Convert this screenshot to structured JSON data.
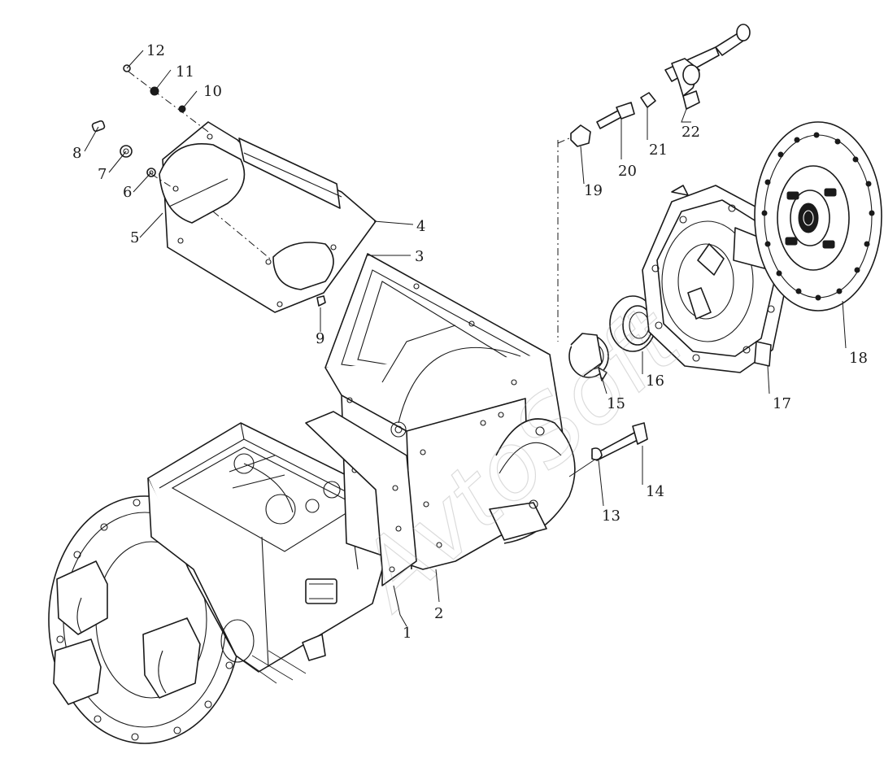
{
  "watermark": "AvtoSoft",
  "callouts": [
    {
      "id": "1",
      "label": "1"
    },
    {
      "id": "2",
      "label": "2"
    },
    {
      "id": "3",
      "label": "3"
    },
    {
      "id": "4",
      "label": "4"
    },
    {
      "id": "5",
      "label": "5"
    },
    {
      "id": "6",
      "label": "6"
    },
    {
      "id": "7",
      "label": "7"
    },
    {
      "id": "8",
      "label": "8"
    },
    {
      "id": "9",
      "label": "9"
    },
    {
      "id": "10",
      "label": "10"
    },
    {
      "id": "11",
      "label": "11"
    },
    {
      "id": "12",
      "label": "12"
    },
    {
      "id": "13",
      "label": "13"
    },
    {
      "id": "14",
      "label": "14"
    },
    {
      "id": "15",
      "label": "15"
    },
    {
      "id": "16",
      "label": "16"
    },
    {
      "id": "17",
      "label": "17"
    },
    {
      "id": "18",
      "label": "18"
    },
    {
      "id": "19",
      "label": "19"
    },
    {
      "id": "20",
      "label": "20"
    },
    {
      "id": "21",
      "label": "21"
    },
    {
      "id": "22",
      "label": "22"
    }
  ]
}
